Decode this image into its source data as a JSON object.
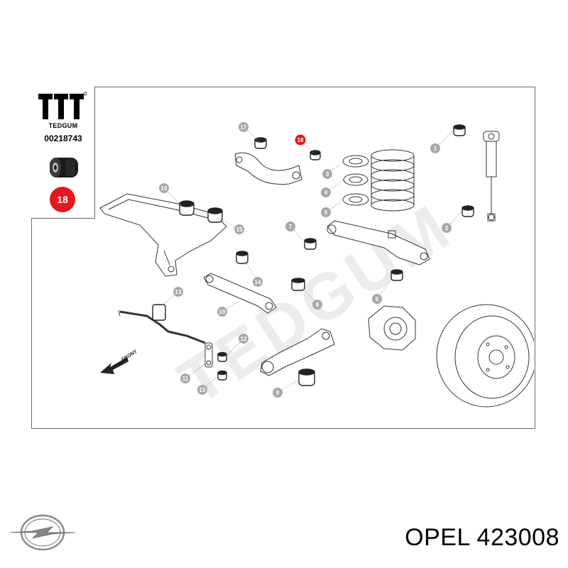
{
  "legend": {
    "brand": "TEDGUM",
    "part_code": "00218743",
    "badge_number": "18",
    "logo_icon": "tedgum-logo-icon",
    "photo_icon": "bushing-photo-icon"
  },
  "diagram": {
    "watermark": "TEDGUM",
    "front_label": "FRONT",
    "highlight_color": "#e4171c",
    "callout_color": "#a8a8a8",
    "callouts": [
      "1",
      "2",
      "3",
      "4",
      "5",
      "6",
      "7",
      "8",
      "9",
      "10",
      "11",
      "12",
      "13",
      "14",
      "15",
      "16",
      "17",
      "18",
      "19"
    ],
    "highlighted_callout": "18"
  },
  "footer": {
    "brand_logo": "opel-logo-icon",
    "title": "OPEL 423008"
  }
}
